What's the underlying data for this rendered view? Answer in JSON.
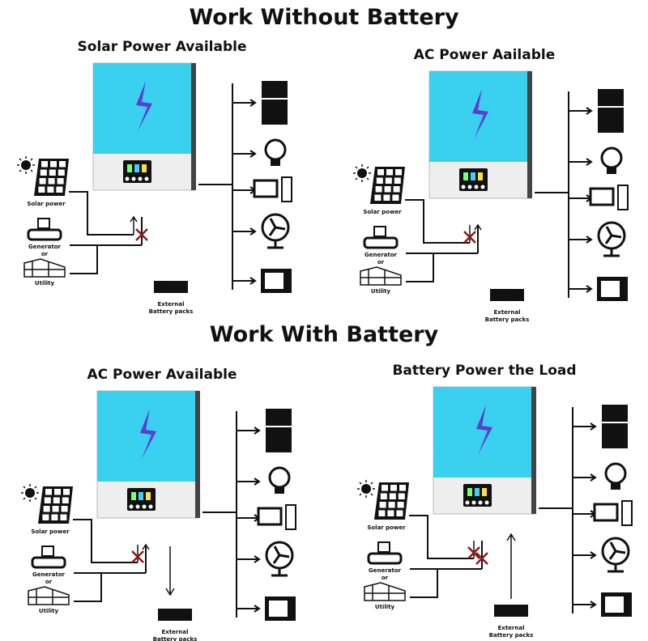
{
  "titles": {
    "without_battery": "Work Without Battery",
    "with_battery": "Work With Battery"
  },
  "labels": {
    "solar": "Solar power",
    "generator": "Generator",
    "or": "or",
    "utility": "Utility",
    "battery_icon": "BATTERY",
    "battery_1": "External",
    "battery_2": "Battery packs"
  },
  "quadrants": [
    {
      "title": "Solar Power Available",
      "solar_path": "active",
      "grid_path": "blocked",
      "battery_flow": "none"
    },
    {
      "title": "AC Power Aailable",
      "solar_path": "blocked",
      "grid_path": "active",
      "battery_flow": "none"
    },
    {
      "title": "AC Power Available",
      "solar_path": "blocked",
      "grid_path": "active",
      "battery_flow": "charging"
    },
    {
      "title": "Battery Power the Load",
      "solar_path": "blocked",
      "grid_path": "blocked",
      "battery_flow": "discharging"
    }
  ],
  "loads": [
    "refrigerator-icon",
    "light-bulb-icon",
    "computer-icon",
    "fan-icon",
    "tv-icon"
  ],
  "colors": {
    "inverter_panel": "#3ad0f0",
    "inverter_body": "#eeeeee",
    "logo": "#5a3fd0",
    "cross": "#8b1a1a",
    "line": "#111111"
  }
}
